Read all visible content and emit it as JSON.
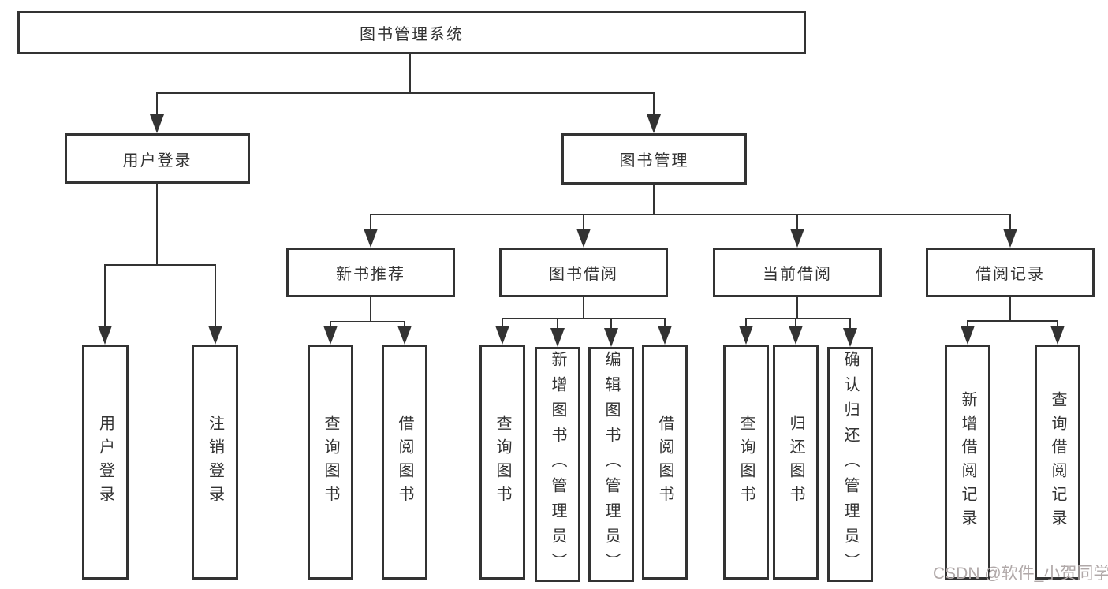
{
  "diagram": {
    "type": "hierarchy-tree",
    "colors": {
      "line": "#333333",
      "box_border": "#333333",
      "box_fill": "#ffffff",
      "text": "#333333",
      "watermark": "#b0a8a8",
      "background": "#ffffff"
    },
    "tree": {
      "root": {
        "label": "图书管理系统",
        "children": [
          {
            "label": "用户登录",
            "children": [
              {
                "label": "用户登录"
              },
              {
                "label": "注销登录"
              }
            ]
          },
          {
            "label": "图书管理",
            "children": [
              {
                "label": "新书推荐",
                "children": [
                  {
                    "label": "查询图书"
                  },
                  {
                    "label": "借阅图书"
                  }
                ]
              },
              {
                "label": "图书借阅",
                "children": [
                  {
                    "label": "查询图书"
                  },
                  {
                    "label": "新增图书（管理员）"
                  },
                  {
                    "label": "编辑图书（管理员）"
                  },
                  {
                    "label": "借阅图书"
                  }
                ]
              },
              {
                "label": "当前借阅",
                "children": [
                  {
                    "label": "查询图书"
                  },
                  {
                    "label": "归还图书"
                  },
                  {
                    "label": "确认归还（管理员）"
                  }
                ]
              },
              {
                "label": "借阅记录",
                "children": [
                  {
                    "label": "新增借阅记录"
                  },
                  {
                    "label": "查询借阅记录"
                  }
                ]
              }
            ]
          }
        ]
      }
    }
  },
  "watermark": {
    "text": "CSDN @软件_小贺同学"
  }
}
